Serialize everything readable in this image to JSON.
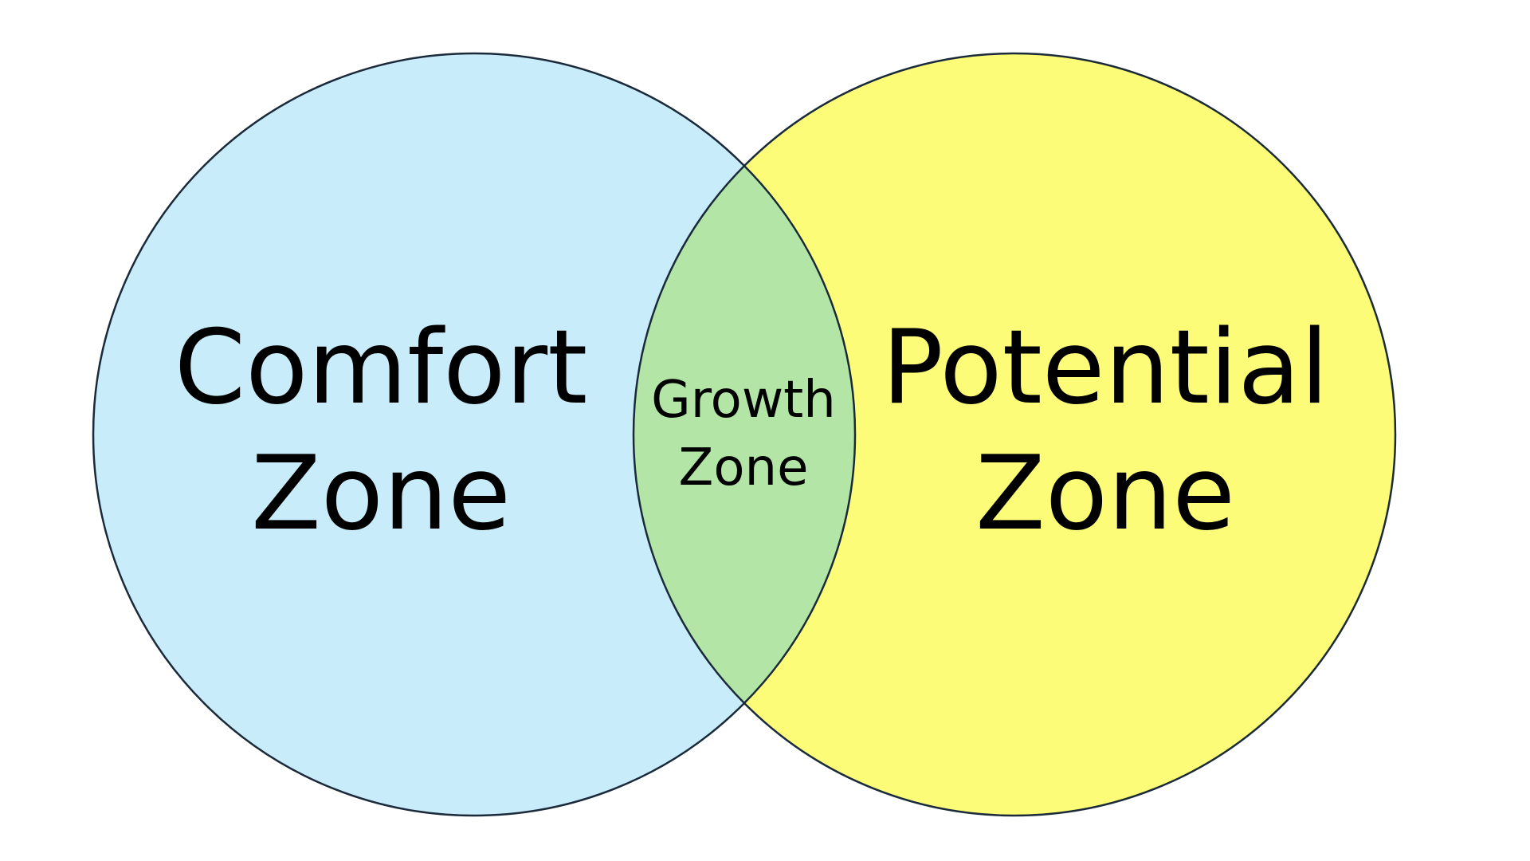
{
  "diagram": {
    "type": "venn",
    "left_circle": {
      "label_line1": "Comfort",
      "label_line2": "Zone",
      "fill": "#C8ECFA"
    },
    "right_circle": {
      "label_line1": "Potential",
      "label_line2": "Zone",
      "fill": "#FCFC78"
    },
    "overlap": {
      "label_line1": "Growth",
      "label_line2": "Zone",
      "fill": "#B3E6A6"
    },
    "stroke_color": "#1a2a3a"
  }
}
